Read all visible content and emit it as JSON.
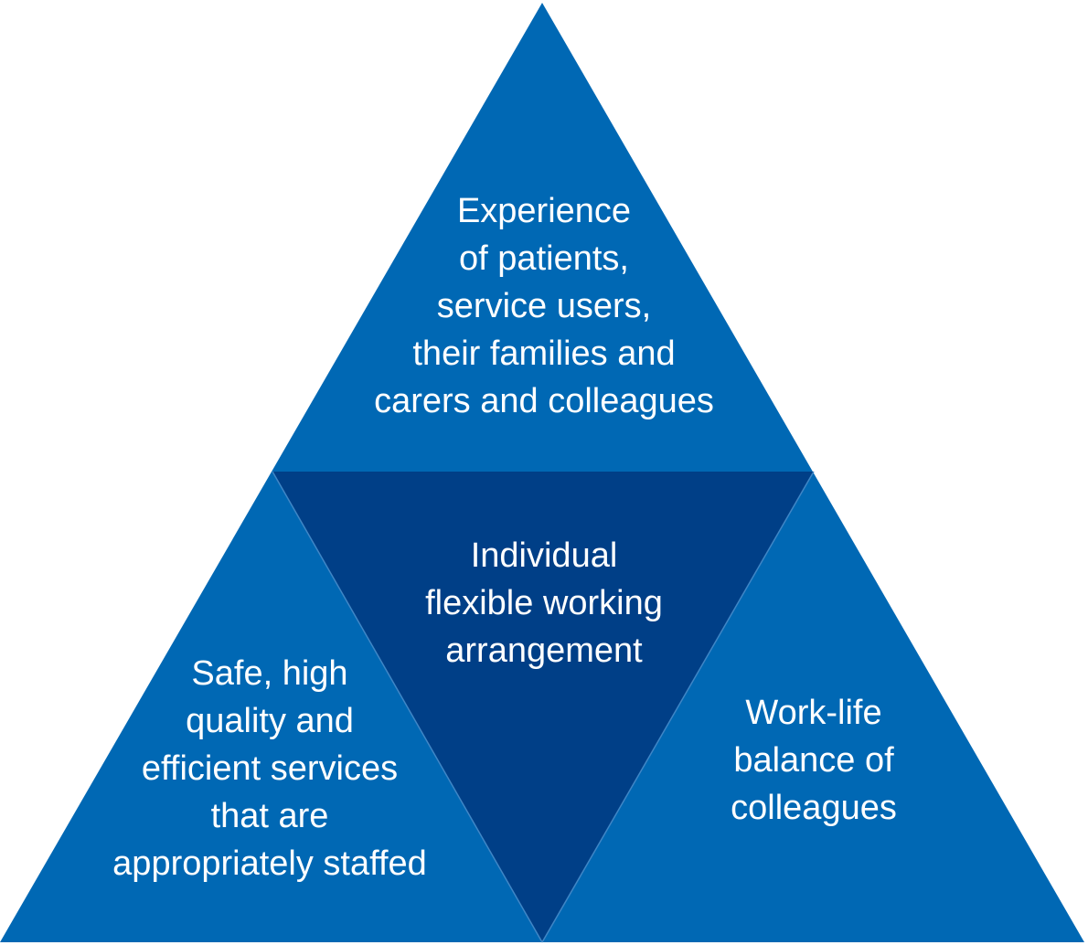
{
  "diagram": {
    "colors": {
      "outer_triangle": "#0068B4",
      "inner_triangle": "#003F87",
      "divider_line": "#3F86C6",
      "text": "#FFFFFF"
    },
    "top_triangle": {
      "lines": [
        "Experience",
        "of patients,",
        "service users,",
        "their families and",
        "carers and colleagues"
      ]
    },
    "center_triangle": {
      "lines": [
        "Individual",
        "flexible working",
        "arrangement"
      ]
    },
    "left_triangle": {
      "lines": [
        "Safe, high",
        "quality and",
        "efficient services",
        "that are",
        "appropriately staffed"
      ]
    },
    "right_triangle": {
      "lines": [
        "Work-life",
        "balance of",
        "colleagues"
      ]
    }
  }
}
